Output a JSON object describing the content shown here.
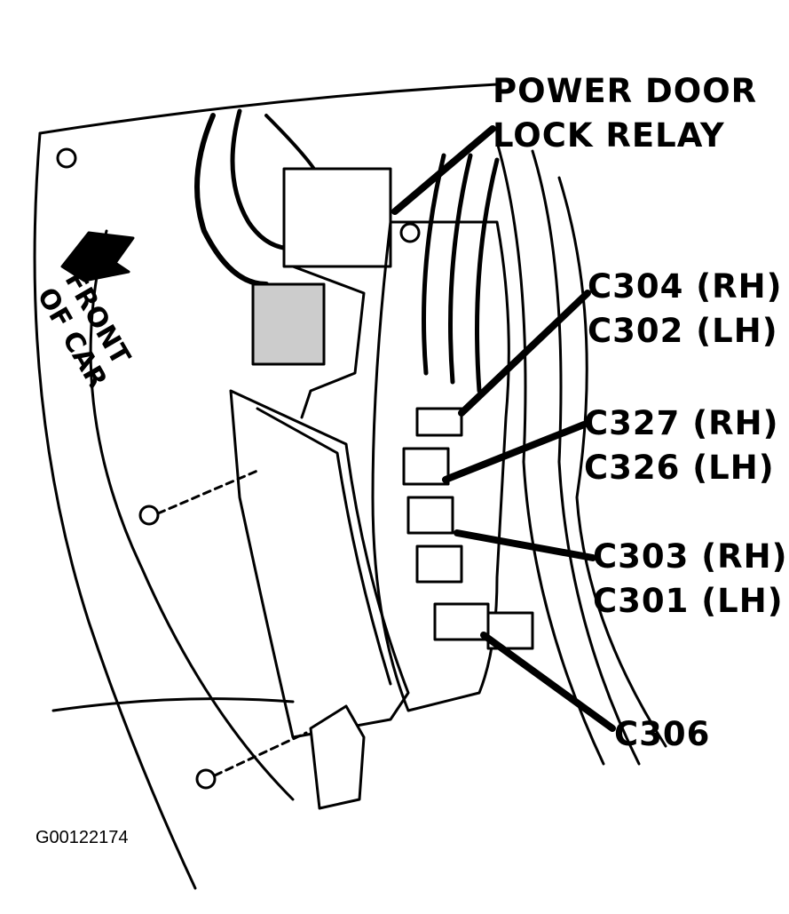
{
  "labels": {
    "power_door_lock_relay": [
      "POWER DOOR",
      "LOCK RELAY"
    ],
    "c304_c302": [
      "C304 (RH)",
      "C302 (LH)"
    ],
    "c327_c326": [
      "C327 (RH)",
      "C326 (LH)"
    ],
    "c303_c301": [
      "C303 (RH)",
      "C301 (LH)"
    ],
    "c306": "C306",
    "front_of_car": [
      "FRONT",
      "OF CAR"
    ]
  },
  "figure_id": "G00122174",
  "colors": {
    "ink": "#000000",
    "paper": "#ffffff"
  }
}
